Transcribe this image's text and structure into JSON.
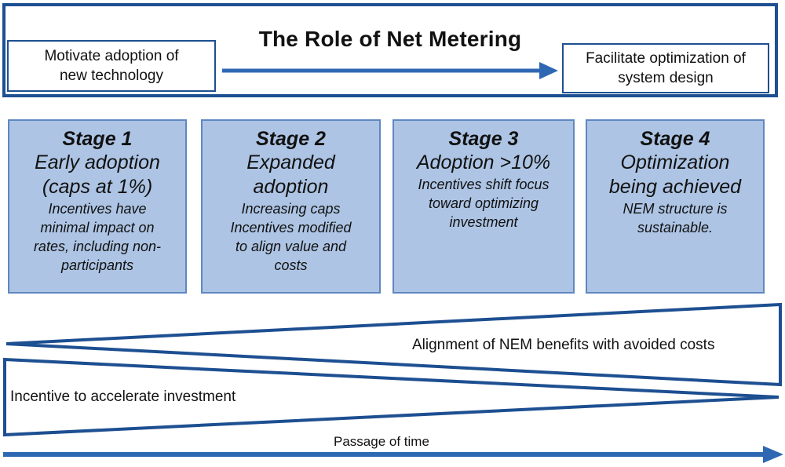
{
  "header": {
    "title": "The Role of Net Metering",
    "left_box": [
      "Motivate adoption of",
      "new technology"
    ],
    "right_box": [
      "Facilitate optimization of",
      "system design"
    ]
  },
  "stages": [
    {
      "num": "Stage 1",
      "heading": [
        "Early adoption",
        "(caps at 1%)"
      ],
      "desc": [
        "Incentives have",
        "minimal impact on",
        "rates, including non-",
        "participants"
      ]
    },
    {
      "num": "Stage 2",
      "heading": [
        "Expanded",
        "adoption"
      ],
      "desc": [
        "Increasing caps",
        "Incentives modified",
        "to align value and",
        "costs"
      ]
    },
    {
      "num": "Stage 3",
      "heading": [
        "Adoption >10%"
      ],
      "desc": [
        "Incentives shift focus",
        "toward optimizing",
        "investment"
      ]
    },
    {
      "num": "Stage 4",
      "heading": [
        "Optimization",
        "being achieved"
      ],
      "desc": [
        "NEM structure is",
        "sustainable."
      ]
    }
  ],
  "wedges": {
    "alignment": "Alignment of NEM benefits with avoided costs",
    "incentive": "Incentive to accelerate investment"
  },
  "time_label": "Passage of time",
  "colors": {
    "border": "#1d4f91",
    "stage_fill": "#adc4e4",
    "stage_border": "#5f87c0",
    "arrow": "#2e68b3"
  }
}
